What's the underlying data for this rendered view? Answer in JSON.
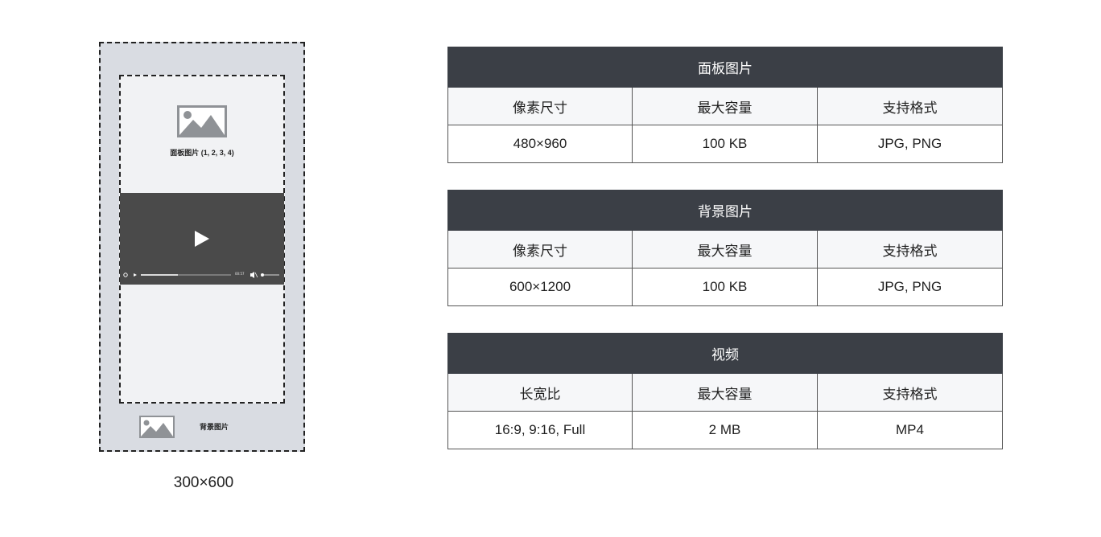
{
  "mockup": {
    "panel_caption": "面板图片 (1, 2, 3, 4)",
    "video_time": "00:57",
    "background_caption": "背景图片",
    "canvas_size": "300×600"
  },
  "tables": [
    {
      "title": "面板图片",
      "headers": [
        "像素尺寸",
        "最大容量",
        "支持格式"
      ],
      "values": [
        "480×960",
        "100 KB",
        "JPG, PNG"
      ]
    },
    {
      "title": "背景图片",
      "headers": [
        "像素尺寸",
        "最大容量",
        "支持格式"
      ],
      "values": [
        "600×1200",
        "100 KB",
        "JPG, PNG"
      ]
    },
    {
      "title": "视频",
      "headers": [
        "长宽比",
        "最大容量",
        "支持格式"
      ],
      "values": [
        "16:9, 9:16, Full",
        "2 MB",
        "MP4"
      ]
    }
  ],
  "colors": {
    "table_header_bg": "#3b3f46",
    "phone_bg": "#d9dce2",
    "panel_bg": "#f1f2f4",
    "video_bg": "#4a4a4a"
  }
}
